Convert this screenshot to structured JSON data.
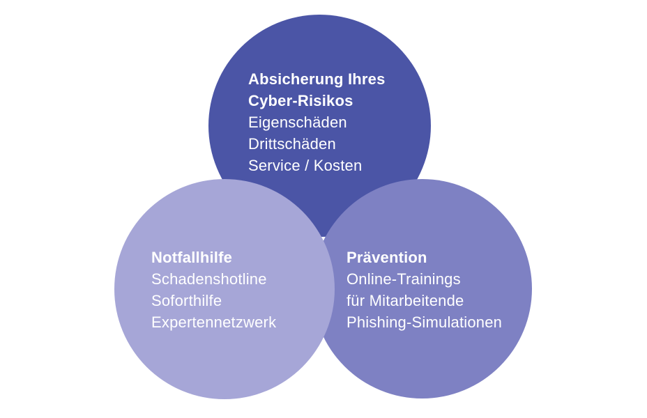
{
  "diagram": {
    "background_color": "#ffffff",
    "text_color": "#ffffff",
    "circles": [
      {
        "id": "absicherung",
        "color": "#4b55a6",
        "title_lines": [
          "Absicherung Ihres",
          "Cyber-Risikos"
        ],
        "items": [
          "Eigenschäden",
          "Drittschäden",
          "Service / Kosten"
        ]
      },
      {
        "id": "notfallhilfe",
        "color": "#a6a6d7",
        "title_lines": [
          "Notfallhilfe"
        ],
        "items": [
          "Schadenshotline",
          "Soforthilfe",
          "Expertennetzwerk"
        ]
      },
      {
        "id": "praevention",
        "color": "#7e81c3",
        "title_lines": [
          "Prävention"
        ],
        "items": [
          "Online-Trainings",
          "für Mitarbeitende",
          "Phishing-Simulationen"
        ]
      }
    ]
  }
}
